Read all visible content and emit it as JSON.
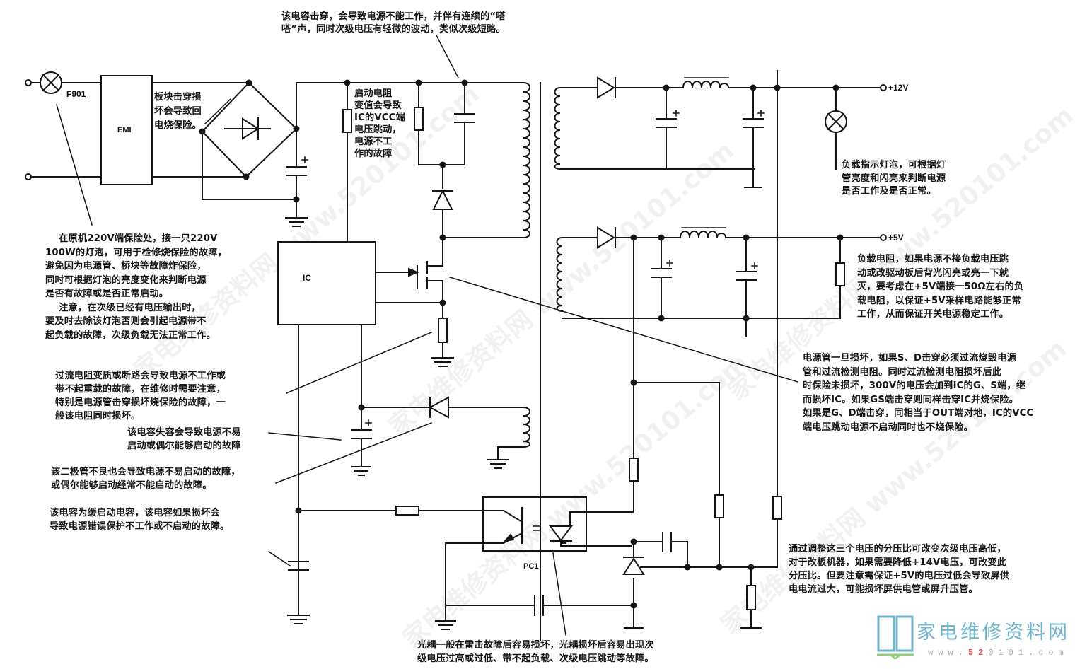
{
  "labels": {
    "fuse": "F901",
    "emi": "EMI",
    "ic": "IC",
    "optocoupler": "PC1",
    "out_12v": "+12V",
    "out_5v": "+5V"
  },
  "annotations": {
    "top_capacitor": "该电容击穿，会导致电源不能工作，并伴有连续的“嗒\n嗒”声，同时次级电压有轻微的波动，类似次级短路。",
    "bridge": "板块击穿损\n坏会导致回\n电烧保险。",
    "startup_resistor": "启动电阻\n变值会导致\nIC的VCC端\n电压跳动，\n电源不工\n作的故障",
    "fuse_bulb": "    在原机220V端保险处，接一只220V\n100W的灯泡，可用于检修烧保险的故障，\n避免因为电源管、桥块等故障炸保险，\n同时可根据灯泡的亮度变化来判断电源\n是否有故障或是否正常启动。\n    注意，在次级已经有电压输出时，\n要及时去除该灯泡否则会引起电源带不\n起负载的故障，次级负载无法正常工作。",
    "overcurrent_resistor": "过流电阻变质或断路会导致电源不工作或\n带不起重载的故障，在维修时需要注意，\n特别是电源管击穿损坏烧保险的故障，一\n般该电阻同时损坏。",
    "vcc_capacitor": "该电容失容会导致电源不易\n启动或偶尔能够启动的故障",
    "vcc_diode": "该二极管不良也会导致电源不易启动的故障，\n或偶尔能够启动经常不能启动的故障。",
    "softstart_capacitor": "该电容为缓启动电容，该电容如果损坏会\n导致电源错误保护不工作或不启动的故障。",
    "load_bulb": "负载指示灯泡，可根据灯\n管亮度和闪亮来判断电源\n是否工作及是否正常。",
    "load_resistor": "负载电阻，如果电源不接负载电压跳\n动或改驱动板后背光闪亮或亮一下就\n灭，要考虑在+5V端接一50Ω左右的负\n载电阻，以保证+5V采样电路能够正常\n工作，从而保证开关电源稳定工作。",
    "power_mosfet": "电源管一旦损坏，如果S、D击穿必须过流烧毁电源\n管和过流检测电阻。同时过流检测电阻损坏后此\n时保险未损坏，300V的电压会加到IC的G、S端，继\n而损坏IC。如果GS端击穿则同样击穿IC并烧保险。\n如果是G、D端击穿，同相当于OUT端对地，IC的VCC\n端电压跳动电源不启动同时也不烧保险。",
    "divider": "通过调整这三个电压的分压比可改变次级电压高低，\n对于改板机器，如果需要降低+14V电压，可改变此\n分压比。但要注意需保证+5V的电压过低会导致屏供\n电电流过大，可能损坏屏供电管或屏升压管。",
    "optocoupler": "光耦一般在雷击故障后容易损坏，光耦损坏后容易出现次\n级电压过高或过低、带不起负载、次级电压跳动等故障。"
  },
  "watermark": {
    "site_name": "家电维修资料网",
    "url_prefix": "www.",
    "url_highlight": "52",
    "url_rest": "0101.com",
    "diagonal_text": "家电维修资料网 www.520101.com"
  },
  "colors": {
    "ink": "#151515",
    "logo_blue": "#6fb4cc",
    "logo_green": "#8fcf7a",
    "logo_red": "#e05050"
  }
}
